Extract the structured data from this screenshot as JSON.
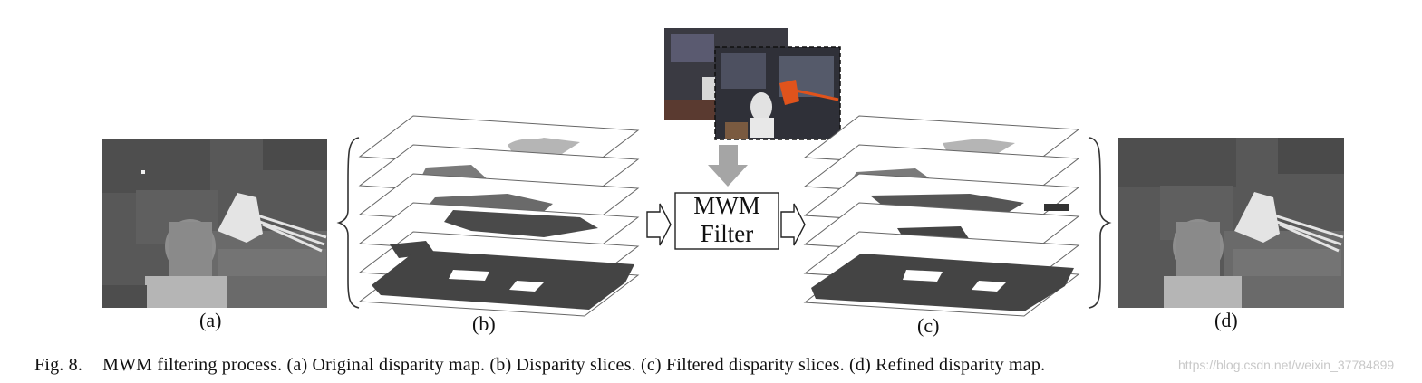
{
  "panels": [
    {
      "id": "a",
      "label": "(a)"
    },
    {
      "id": "b",
      "label": "(b)"
    },
    {
      "id": "c",
      "label": "(c)"
    },
    {
      "id": "d",
      "label": "(d)"
    }
  ],
  "filter_box": {
    "line1": "MWM",
    "line2": "Filter"
  },
  "caption": {
    "fig_number": "Fig. 8.",
    "text": "MWM filtering process. (a) Original disparity map. (b) Disparity slices. (c) Filtered disparity slices. (d) Refined disparity map."
  },
  "watermark": "https://blog.csdn.net/weixin_37784899",
  "colors": {
    "dark_gray": "#555555",
    "slice_fill": "#444444",
    "bright": "#e6e6e6",
    "orange_lamp": "#e0531c"
  }
}
